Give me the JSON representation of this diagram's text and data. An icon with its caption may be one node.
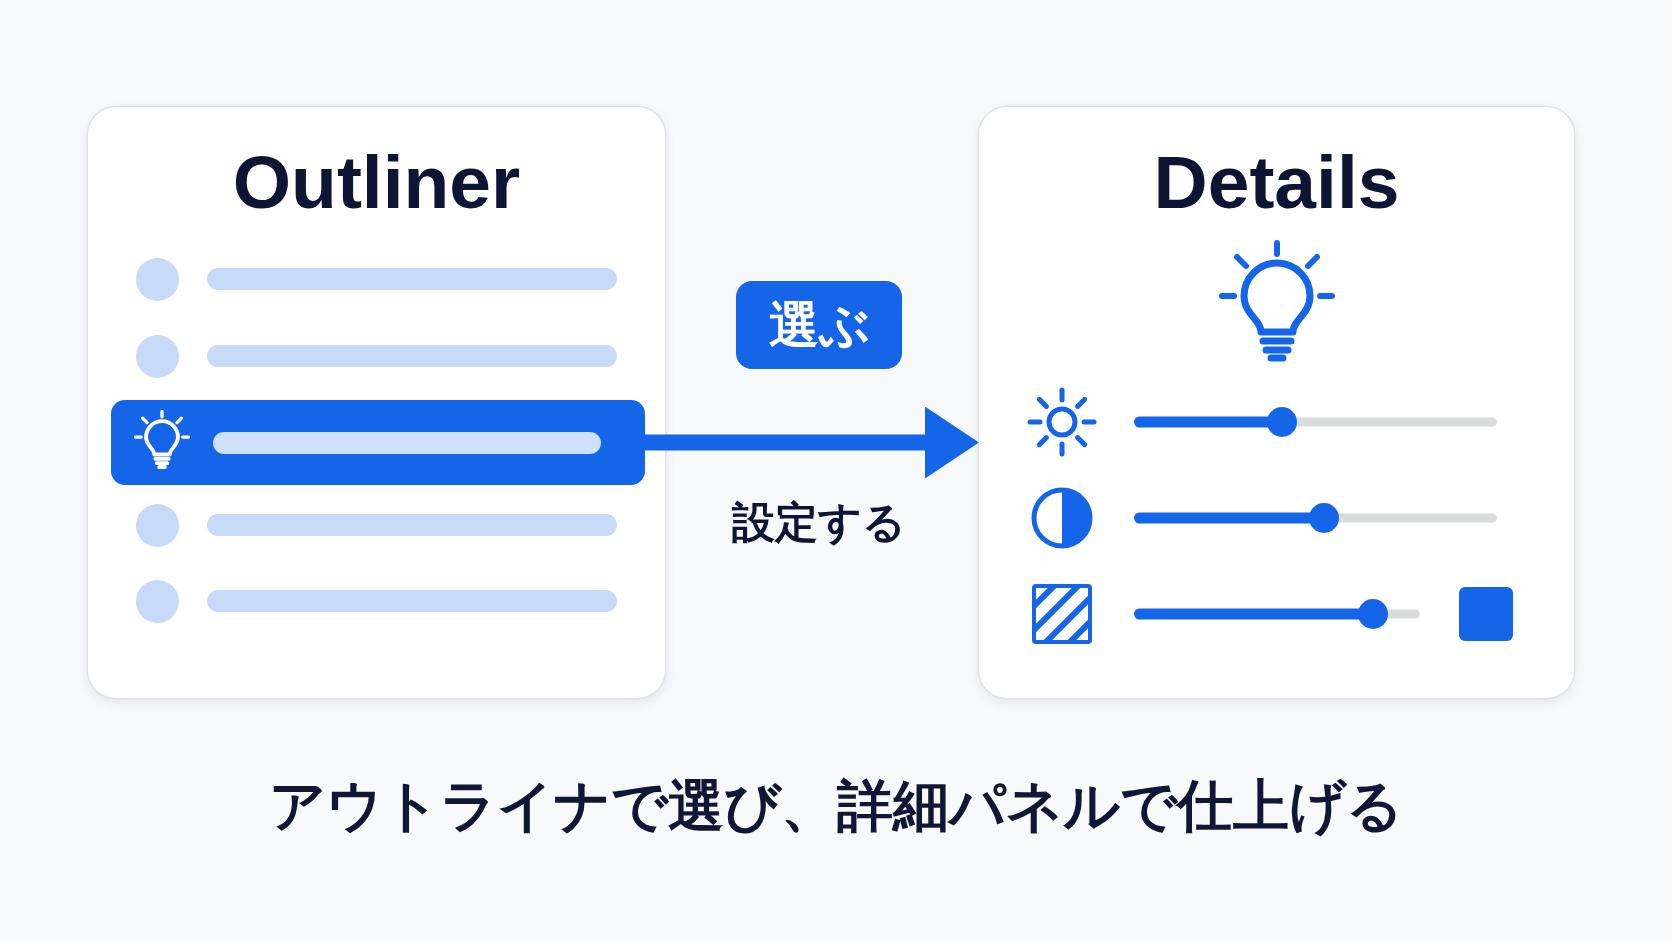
{
  "diagram": {
    "caption": "アウトライナで選び、詳細パネルで仕上げる",
    "nodes": [
      {
        "text": [
          "Outliner"
        ]
      },
      {
        "text": [],
        "shape": "bar",
        "in": 0
      },
      {
        "text": [
          "選ぶ"
        ]
      },
      {
        "text": [
          "Details"
        ]
      }
    ],
    "edges": [
      {
        "from": 1,
        "to": 3,
        "arrow": "to",
        "label": "設定する"
      }
    ]
  }
}
